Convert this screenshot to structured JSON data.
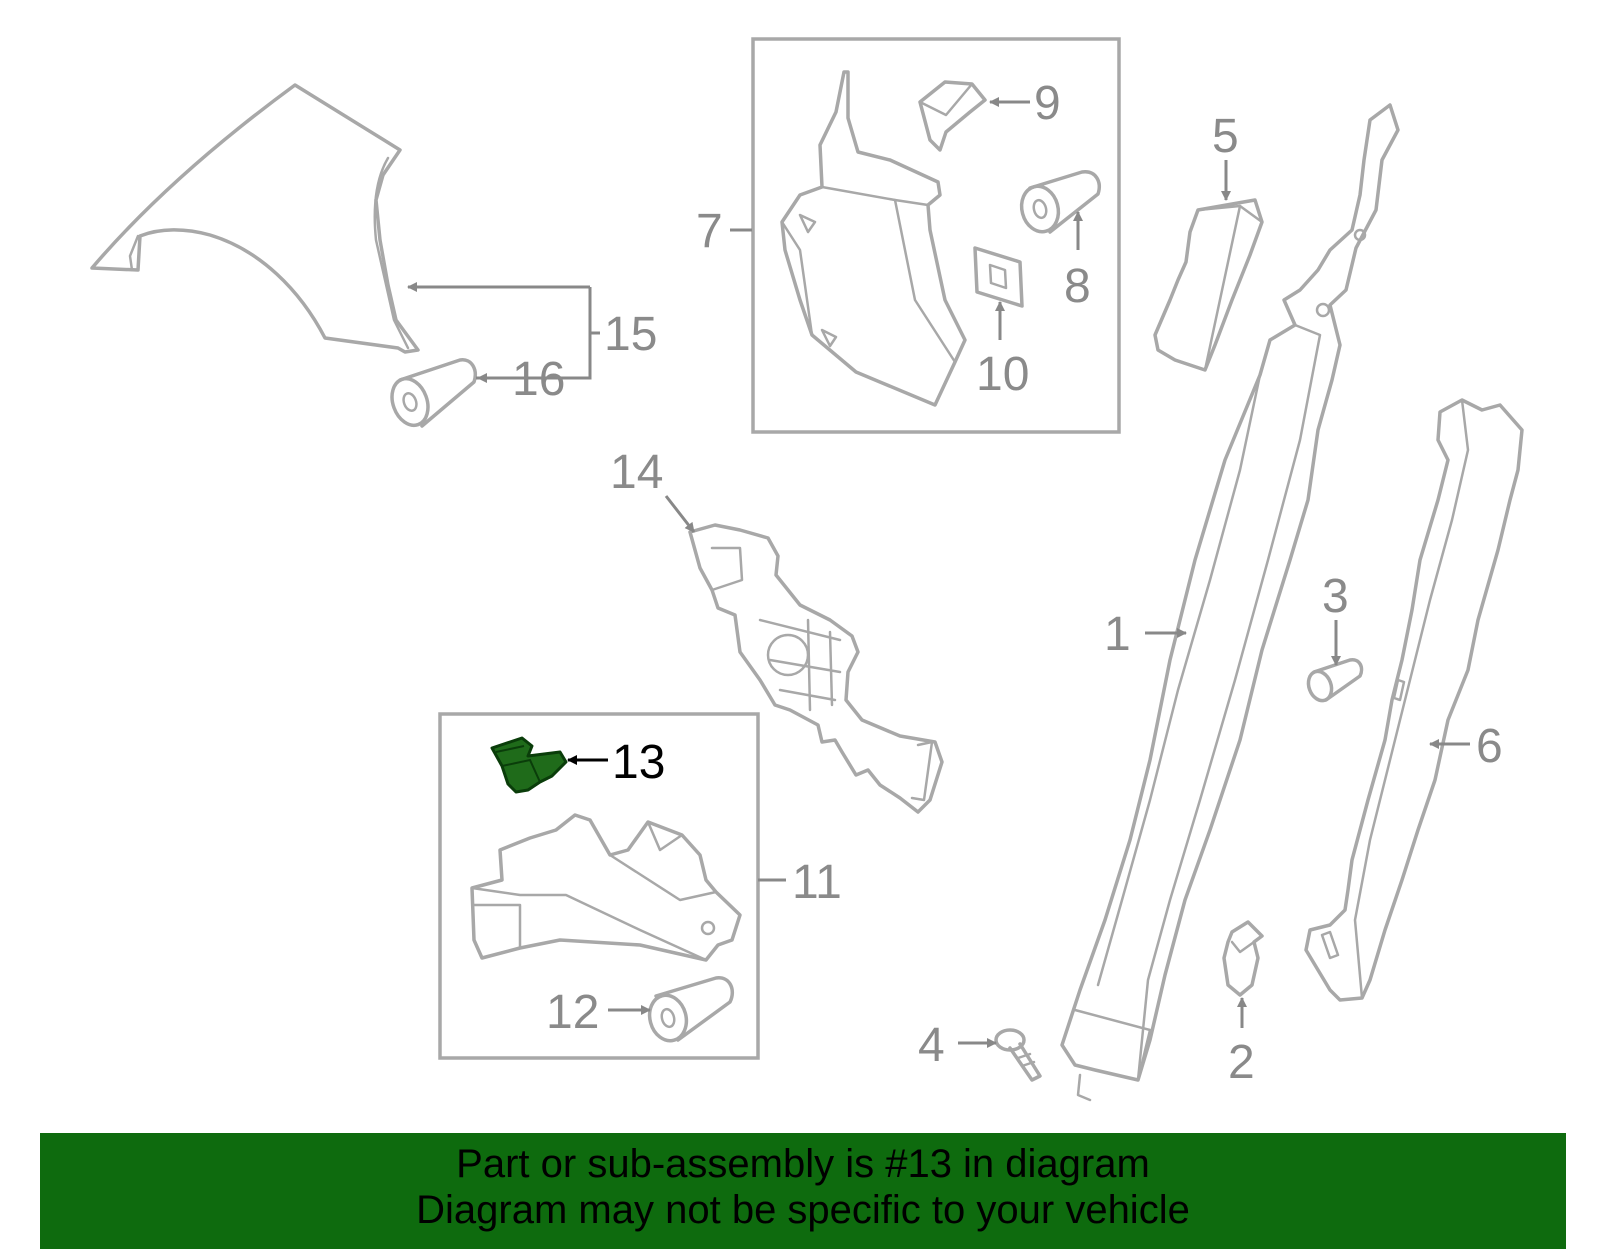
{
  "callouts": {
    "c1": "1",
    "c2": "2",
    "c3": "3",
    "c4": "4",
    "c5": "5",
    "c6": "6",
    "c7": "7",
    "c8": "8",
    "c9": "9",
    "c10": "10",
    "c11": "11",
    "c12": "12",
    "c13": "13",
    "c14": "14",
    "c15": "15",
    "c16": "16"
  },
  "highlight": {
    "part_number": "13",
    "color": "#1f6b1a"
  },
  "caption": {
    "line1": "Part or sub-assembly is #13 in diagram",
    "line2": "Diagram may not be specific to your vehicle",
    "background": "#0e6b0e"
  }
}
